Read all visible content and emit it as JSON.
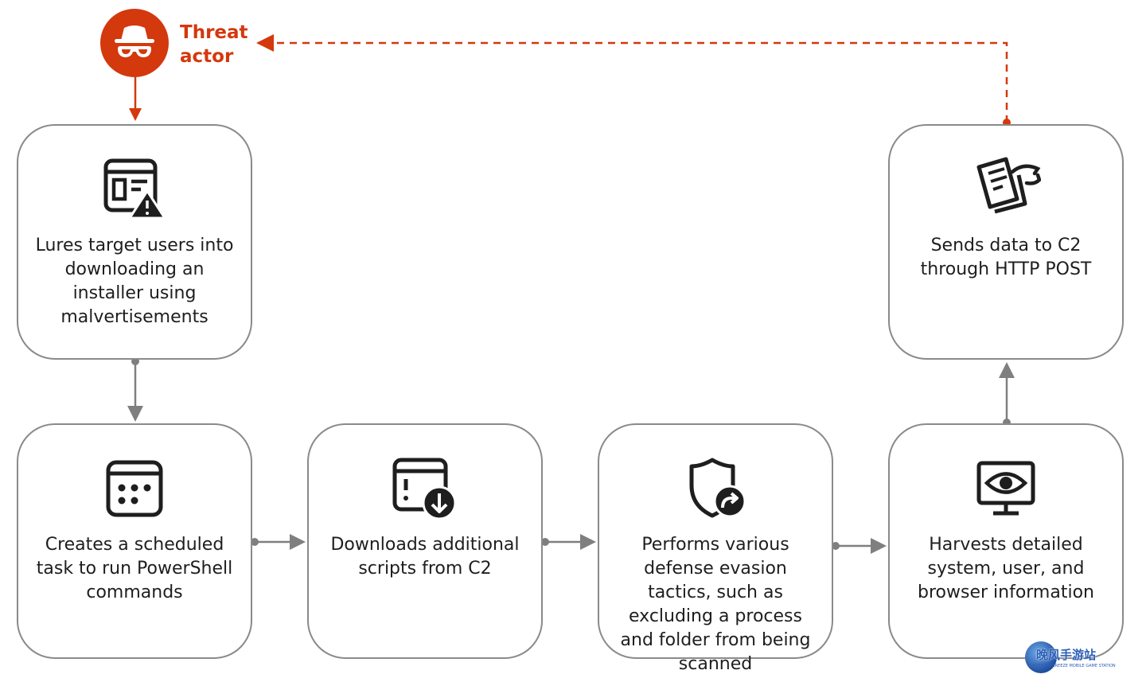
{
  "threat_actor": {
    "label_line1": "Threat",
    "label_line2": "actor",
    "icon": "spy-icon",
    "color": "#d4380d"
  },
  "steps": [
    {
      "id": "lure",
      "icon": "browser-warning-icon",
      "text": "Lures target users into downloading an installer using malvertisements"
    },
    {
      "id": "schedule",
      "icon": "calendar-icon",
      "text": "Creates a scheduled task to run PowerShell commands"
    },
    {
      "id": "download",
      "icon": "browser-download-icon",
      "text": "Downloads additional scripts from C2"
    },
    {
      "id": "evasion",
      "icon": "shield-redirect-icon",
      "text": "Performs various defense evasion tactics, such as excluding a process and folder from being scanned"
    },
    {
      "id": "harvest",
      "icon": "monitor-eye-icon",
      "text": "Harvests detailed system, user, and browser information"
    },
    {
      "id": "exfil",
      "icon": "document-send-icon",
      "text": "Sends data to C2 through HTTP POST"
    }
  ],
  "watermark": {
    "text": "晚风手游站",
    "subtext": "EVENING BREEZE MOBILE GAME STATION"
  },
  "colors": {
    "accent": "#d4380d",
    "arrow": "#7f7f7f",
    "border": "#8a8a8a",
    "text": "#1e1e1e"
  }
}
